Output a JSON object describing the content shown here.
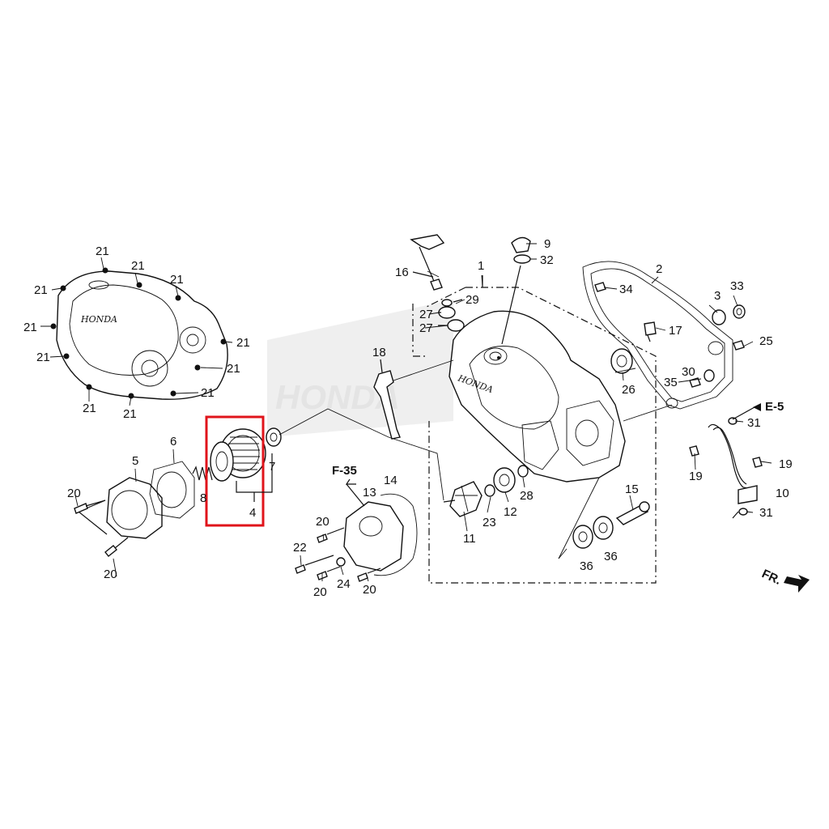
{
  "diagram": {
    "callouts": [
      {
        "id": "c1",
        "text": "1"
      },
      {
        "id": "c2",
        "text": "2"
      },
      {
        "id": "c3",
        "text": "3"
      },
      {
        "id": "c4",
        "text": "4"
      },
      {
        "id": "c5",
        "text": "5"
      },
      {
        "id": "c6",
        "text": "6"
      },
      {
        "id": "c7",
        "text": "7"
      },
      {
        "id": "c8",
        "text": "8"
      },
      {
        "id": "c9",
        "text": "9"
      },
      {
        "id": "c10",
        "text": "10"
      },
      {
        "id": "c11",
        "text": "11"
      },
      {
        "id": "c12",
        "text": "12"
      },
      {
        "id": "c13",
        "text": "13"
      },
      {
        "id": "c14",
        "text": "14"
      },
      {
        "id": "c15",
        "text": "15"
      },
      {
        "id": "c16",
        "text": "16"
      },
      {
        "id": "c17",
        "text": "17"
      },
      {
        "id": "c18",
        "text": "18"
      },
      {
        "id": "c19a",
        "text": "19"
      },
      {
        "id": "c19b",
        "text": "19"
      },
      {
        "id": "c20a",
        "text": "20"
      },
      {
        "id": "c20b",
        "text": "20"
      },
      {
        "id": "c20c",
        "text": "20"
      },
      {
        "id": "c20d",
        "text": "20"
      },
      {
        "id": "c20e",
        "text": "20"
      },
      {
        "id": "c21a",
        "text": "21"
      },
      {
        "id": "c21b",
        "text": "21"
      },
      {
        "id": "c21c",
        "text": "21"
      },
      {
        "id": "c21d",
        "text": "21"
      },
      {
        "id": "c21e",
        "text": "21"
      },
      {
        "id": "c21f",
        "text": "21"
      },
      {
        "id": "c21g",
        "text": "21"
      },
      {
        "id": "c21h",
        "text": "21"
      },
      {
        "id": "c21i",
        "text": "21"
      },
      {
        "id": "c21j",
        "text": "21"
      },
      {
        "id": "c21k",
        "text": "21"
      },
      {
        "id": "c22",
        "text": "22"
      },
      {
        "id": "c23",
        "text": "23"
      },
      {
        "id": "c24",
        "text": "24"
      },
      {
        "id": "c25",
        "text": "25"
      },
      {
        "id": "c26",
        "text": "26"
      },
      {
        "id": "c27a",
        "text": "27"
      },
      {
        "id": "c27b",
        "text": "27"
      },
      {
        "id": "c28",
        "text": "28"
      },
      {
        "id": "c29",
        "text": "29"
      },
      {
        "id": "c30",
        "text": "30"
      },
      {
        "id": "c31a",
        "text": "31"
      },
      {
        "id": "c31b",
        "text": "31"
      },
      {
        "id": "c32",
        "text": "32"
      },
      {
        "id": "c33",
        "text": "33"
      },
      {
        "id": "c34",
        "text": "34"
      },
      {
        "id": "c35",
        "text": "35"
      },
      {
        "id": "c36a",
        "text": "36"
      },
      {
        "id": "c36b",
        "text": "36"
      }
    ],
    "references": {
      "e5": "E-5",
      "f35": "F-35"
    },
    "direction": "FR.",
    "logo_text": "HONDA",
    "highlight_color": "#e0141b",
    "line_color": "#111111",
    "highlighted_part": "4"
  }
}
